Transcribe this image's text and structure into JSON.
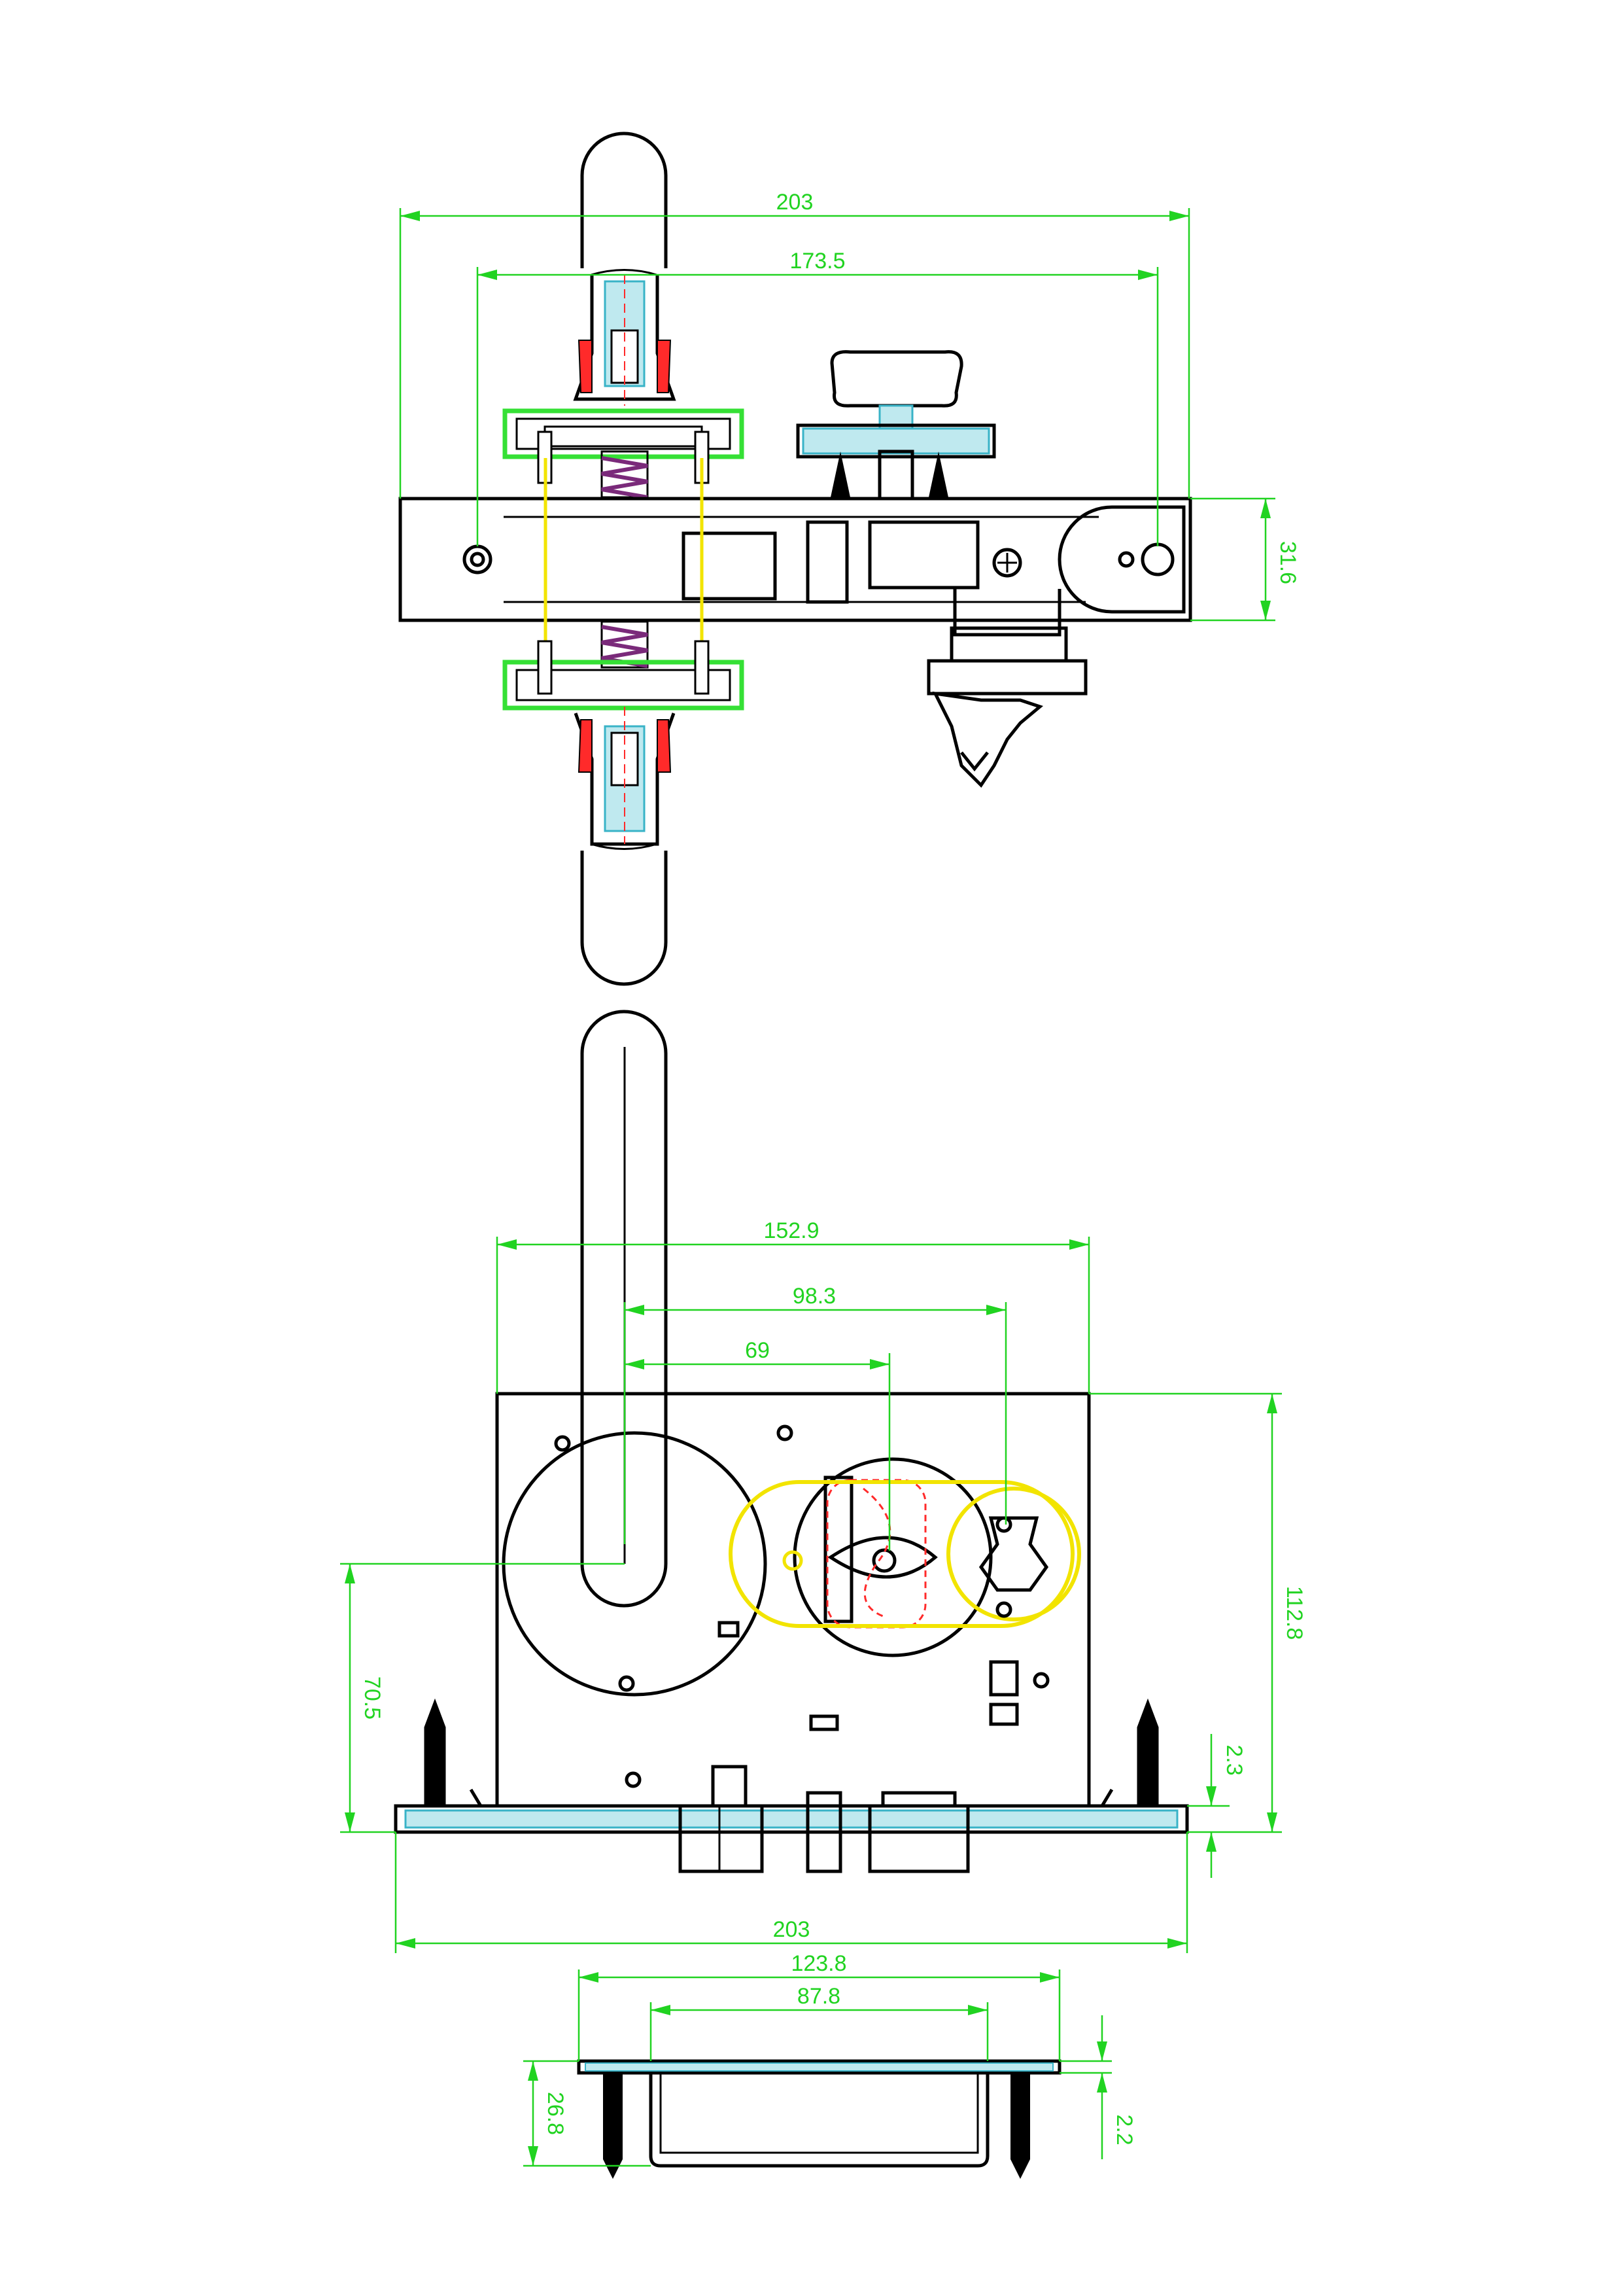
{
  "colors": {
    "outline": "#000000",
    "dimension": "#21d321",
    "highlight_yellow": "#f2e400",
    "highlight_red": "#ff2a2a",
    "highlight_green": "#35e035",
    "section_cyan": "#39b3c7",
    "spring_purple": "#7a2a7a"
  },
  "dimensions": {
    "top_overall_width": "203",
    "top_screw_centers": "173.5",
    "top_faceplate_height": "31.6",
    "front_width": "152.9",
    "front_spindle_to_cylinder": "98.3",
    "front_spindle_to_turn": "69",
    "front_height": "112.8",
    "front_spindle_height": "70.5",
    "front_faceplate_offset": "2.3",
    "front_faceplate_width": "203",
    "strike_outer_width": "123.8",
    "strike_inner_width": "87.8",
    "strike_depth": "26.8",
    "strike_plate_thickness": "2.2"
  }
}
